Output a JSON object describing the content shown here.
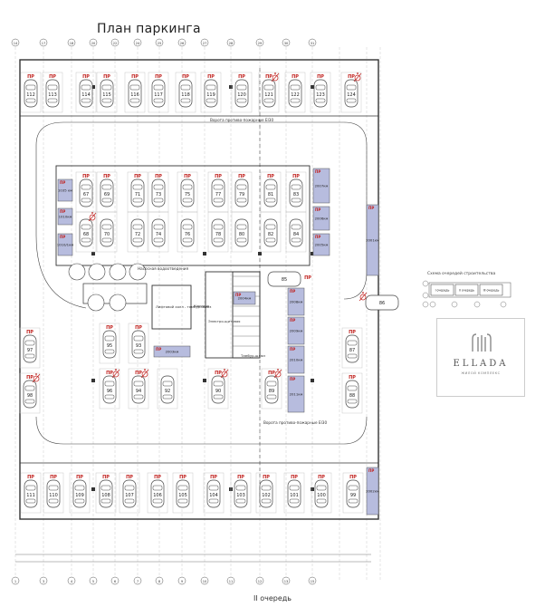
{
  "title": "План паркинга",
  "footer": "II очередь",
  "pr": "ПР",
  "disabled_icon": "wheelchair-icon",
  "accent": "#c0201d",
  "storage_color": "#b7bcde",
  "top_row": [
    "112",
    "113",
    "114",
    "115",
    "116",
    "117",
    "118",
    "119",
    "120",
    "121",
    "122",
    "123",
    "124"
  ],
  "bottom_row": [
    "111",
    "110",
    "109",
    "108",
    "107",
    "106",
    "105",
    "104",
    "103",
    "102",
    "101",
    "100",
    "99"
  ],
  "block_left": {
    "upper": [
      "67",
      "69",
      "71",
      "73",
      "75",
      "77",
      "79",
      "81",
      "83"
    ],
    "lower": [
      "68",
      "70",
      "72",
      "74",
      "76",
      "78",
      "80",
      "82",
      "84"
    ]
  },
  "middle_left": [
    "95",
    "93"
  ],
  "middle_left_lower": [
    "96",
    "94",
    "92"
  ],
  "middle_center": [
    "90",
    "89"
  ],
  "left_single": [
    "97",
    "98"
  ],
  "right_single": [
    "87",
    "88"
  ],
  "spots_misc": [
    "85",
    "86"
  ],
  "storage": [
    "1035 км",
    "1010км",
    "1010/1км",
    "2007км",
    "2006км",
    "2005км",
    "2004км",
    "2003км",
    "2008км",
    "2009км",
    "2010км",
    "2011км",
    "2001км",
    "2002км"
  ],
  "rooms": {
    "pump": "Насосная водоотведения",
    "lift": "Лифтовой холл - тамбур-шлюз",
    "corridor": "Коридор",
    "electrical": "Электро-щитовая",
    "vestibule": "Тамбур-шлюз"
  },
  "gates_top": "Ворота противо-пожарные EI30",
  "gates_bottom": "Ворота противо-пожарные EI30",
  "axis_top": [
    "14",
    "17",
    "18",
    "20",
    "22",
    "24",
    "25",
    "26",
    "27",
    "28",
    "29",
    "30",
    "31"
  ],
  "axis_bottom": [
    "1",
    "3",
    "4",
    "5",
    "6",
    "7",
    "8",
    "9",
    "10",
    "11",
    "12",
    "13",
    "15"
  ],
  "legend": {
    "title": "Схема очередей строительства",
    "phase1": "I очередь",
    "phase2": "II очередь",
    "phase3": "III очередь"
  },
  "brand": {
    "name": "ELLADA",
    "subtitle": "ЖИЛОЙ КОМПЛЕКС"
  }
}
